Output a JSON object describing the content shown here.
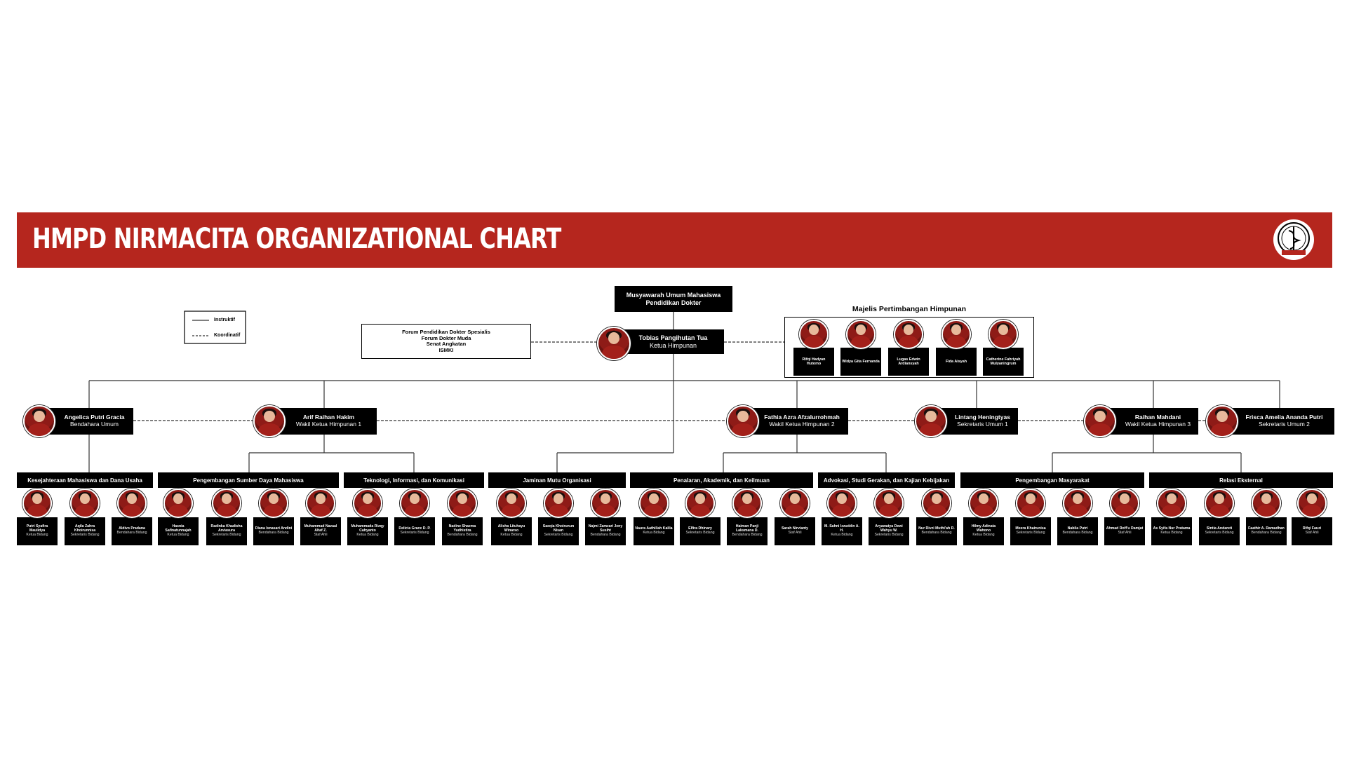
{
  "banner": {
    "title": "HMPD NIRMACITA ORGANIZATIONAL CHART",
    "color": "#b5261e"
  },
  "legend": {
    "solid": "Instruktif",
    "dashed": "Koordinatif"
  },
  "top": {
    "title": "Musyawarah Umum Mahasiswa Pendidikan Dokter"
  },
  "forum": {
    "lines": [
      "Forum Pendidikan Dokter Spesialis",
      "Forum Dokter Muda",
      "Senat Angkatan",
      "ISMKI"
    ]
  },
  "ketua": {
    "name": "Tobias Pangihutan Tua",
    "role": "Ketua Himpunan"
  },
  "majelis": {
    "title": "Majelis Pertimbangan Himpunan",
    "members": [
      "Rifqi Hadyan Hutomo",
      "Widya Gita Fernanda",
      "Lugas Edwin Ardiansyah",
      "Fida Aisyah",
      "Catherine Fahriyah Mulyaningrum"
    ]
  },
  "officers": [
    {
      "name": "Angelica Putri Gracia",
      "role": "Bendahara Umum"
    },
    {
      "name": "Arif Raihan Hakim",
      "role": "Wakil Ketua Himpunan 1"
    },
    {
      "name": "Fathia Azra Afzalurrohmah",
      "role": "Wakil Ketua Himpunan 2"
    },
    {
      "name": "Lintang Heningtyas",
      "role": "Sekretaris Umum 1"
    },
    {
      "name": "Raihan Mahdani",
      "role": "Wakil Ketua Himpunan 3"
    },
    {
      "name": "Frisca Amelia Ananda Putri",
      "role": "Sekretaris Umum 2"
    }
  ],
  "departments": [
    {
      "name": "Kesejahteraan Mahasiswa dan Dana Usaha",
      "members": [
        {
          "name": "Putri Syafira Maulidya",
          "role": "Ketua Bidang"
        },
        {
          "name": "Aqila Zahra Khoirunnisa",
          "role": "Sekretaris Bidang"
        },
        {
          "name": "Aldivo Pradana",
          "role": "Bendahara Bidang"
        }
      ]
    },
    {
      "name": "Pengembangan Sumber Daya Mahasiswa",
      "members": [
        {
          "name": "Hasnia Safinatunnajah",
          "role": "Ketua Bidang"
        },
        {
          "name": "Radinka Khadisha Arviasura",
          "role": "Sekretaris Bidang"
        },
        {
          "name": "Diana Isnasari Andini",
          "role": "Bendahara Bidang"
        },
        {
          "name": "Muhammad Nazaal Altaf Z.",
          "role": "Staf Ahli"
        }
      ]
    },
    {
      "name": "Teknologi, Informasi, dan Komunikasi",
      "members": [
        {
          "name": "Muhammada Rizqy Cahyanto",
          "role": "Ketua Bidang"
        },
        {
          "name": "Delicia Grace D. P.",
          "role": "Sekretaris Bidang"
        },
        {
          "name": "Nadine Shaema Yudhistira",
          "role": "Bendahara Bidang"
        }
      ]
    },
    {
      "name": "Jaminan Mutu Organisasi",
      "members": [
        {
          "name": "Alisha Lituhayu Winarso",
          "role": "Ketua Bidang"
        },
        {
          "name": "Saeqia Khoirunun Nisan",
          "role": "Sekretaris Bidang"
        },
        {
          "name": "Najmi Zamzari Jeny Susiht",
          "role": "Bendahara Bidang"
        }
      ]
    },
    {
      "name": "Penalaran, Akademik, dan Keilmuan",
      "members": [
        {
          "name": "Naura Aathillah Kalila",
          "role": "Ketua Bidang"
        },
        {
          "name": "Elfira Dhinary",
          "role": "Sekretaris Bidang"
        },
        {
          "name": "Haiman Panji Laksmana D.",
          "role": "Bendahara Bidang"
        },
        {
          "name": "Sarah Nirvianty",
          "role": "Staf Ahli"
        }
      ]
    },
    {
      "name": "Advokasi, Studi Gerakan, dan Kajian Kebijakan",
      "members": [
        {
          "name": "M. Sahni Izzuddin A. H.",
          "role": "Ketua Bidang"
        },
        {
          "name": "Aryawatya Dewi Wahyu W.",
          "role": "Sekretaris Bidang"
        },
        {
          "name": "Nur Rivzi Muthi'ah R.",
          "role": "Bendahara Bidang"
        }
      ]
    },
    {
      "name": "Pengembangan Masyarakat",
      "members": [
        {
          "name": "Hilmy Adinata Wahono",
          "role": "Ketua Bidang"
        },
        {
          "name": "Meera Khairunisa",
          "role": "Sekretaris Bidang"
        },
        {
          "name": "Nabila Putri",
          "role": "Bendahara Bidang"
        },
        {
          "name": "Ahmad Roff'u Damjat",
          "role": "Staf Ahli"
        }
      ]
    },
    {
      "name": "Relasi Eksternal",
      "members": [
        {
          "name": "As Syifa Nur Pratama",
          "role": "Ketua Bidang"
        },
        {
          "name": "Sintia Andareti",
          "role": "Sekretaris Bidang"
        },
        {
          "name": "Faathir A. Ramadhan",
          "role": "Bendahara Bidang"
        },
        {
          "name": "Rifqi Fauzi",
          "role": "Staf Ahli"
        }
      ]
    }
  ]
}
